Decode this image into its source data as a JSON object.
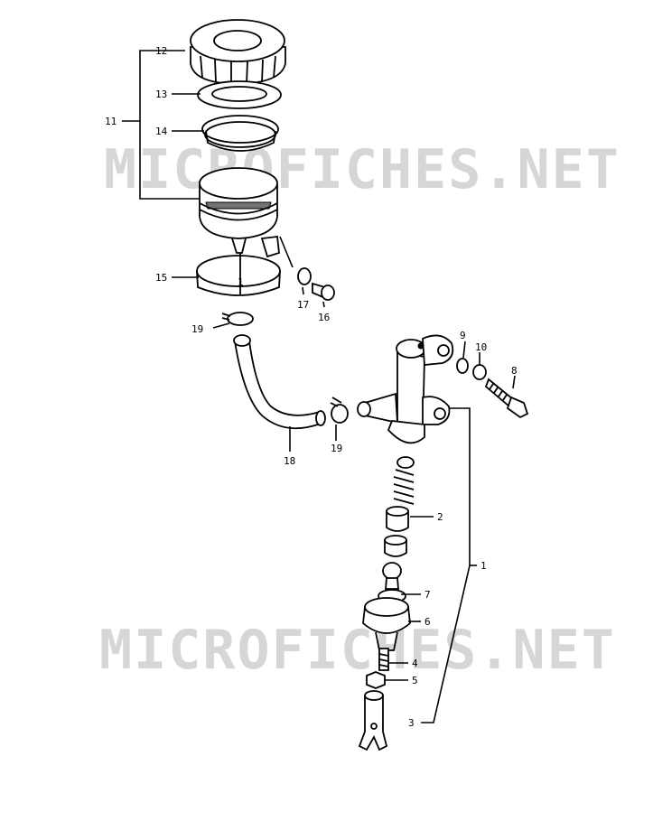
{
  "watermark": {
    "text": "MICROFICHES.NET",
    "color": "#d6d6d6"
  },
  "callouts": {
    "c1": "1",
    "c2": "2",
    "c3": "3",
    "c4": "4",
    "c5": "5",
    "c6": "6",
    "c7": "7",
    "c8": "8",
    "c9": "9",
    "c10": "10",
    "c11": "11",
    "c12": "12",
    "c13": "13",
    "c14": "14",
    "c15": "15",
    "c16": "16",
    "c17": "17",
    "c18": "18",
    "c19a": "19",
    "c19b": "19"
  }
}
